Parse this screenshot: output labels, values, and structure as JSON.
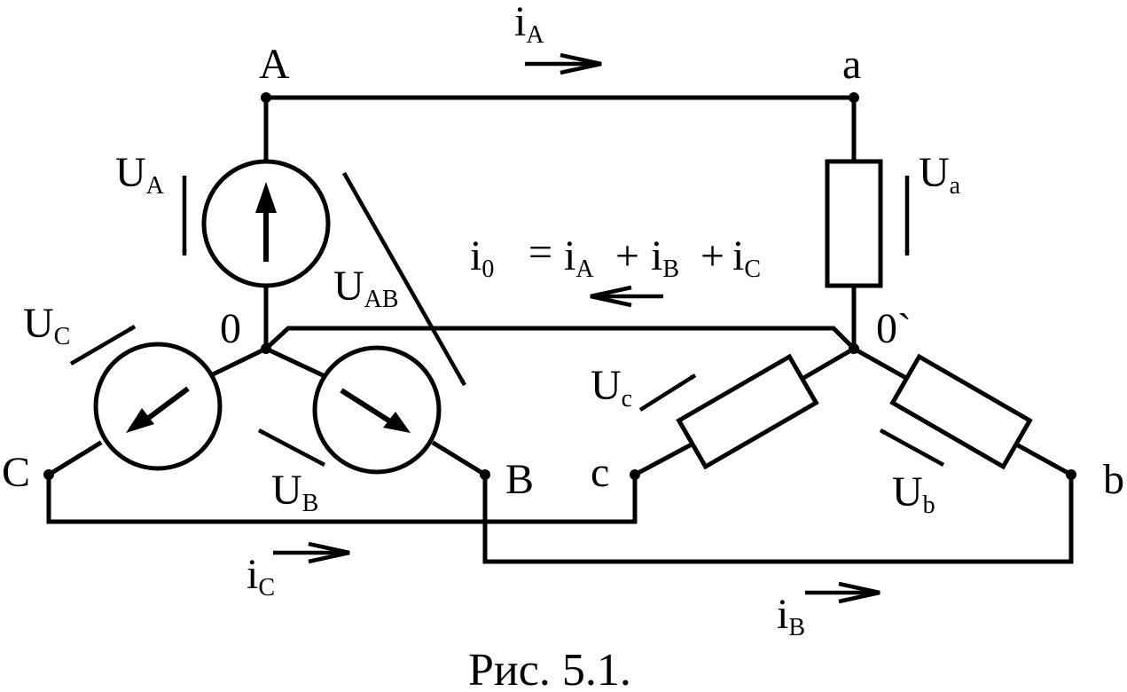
{
  "nodes": {
    "A": "A",
    "a": "a",
    "B": "B",
    "b": "b",
    "C": "C",
    "c": "c",
    "zero": "0",
    "zero_prime": "0`"
  },
  "currents": {
    "iA": {
      "main": "i",
      "sub": "A"
    },
    "iB": {
      "main": "i",
      "sub": "B"
    },
    "iC": {
      "main": "i",
      "sub": "C"
    },
    "equation": {
      "i0_main": "i",
      "i0_sub": "0",
      "eq": "=",
      "t1_main": "i",
      "t1_sub": "A",
      "plus1": "+",
      "t2_main": "i",
      "t2_sub": "B",
      "plus2": "+",
      "t3_main": "i",
      "t3_sub": "C"
    }
  },
  "voltages": {
    "UA": {
      "main": "U",
      "sub": "A"
    },
    "UB": {
      "main": "U",
      "sub": "B"
    },
    "UC": {
      "main": "U",
      "sub": "C"
    },
    "UAB": {
      "main": "U",
      "sub": "AB"
    },
    "Ua": {
      "main": "U",
      "sub": "a"
    },
    "Ub": {
      "main": "U",
      "sub": "b"
    },
    "Uc": {
      "main": "U",
      "sub": "c"
    }
  },
  "caption": "Рис. 5.1."
}
